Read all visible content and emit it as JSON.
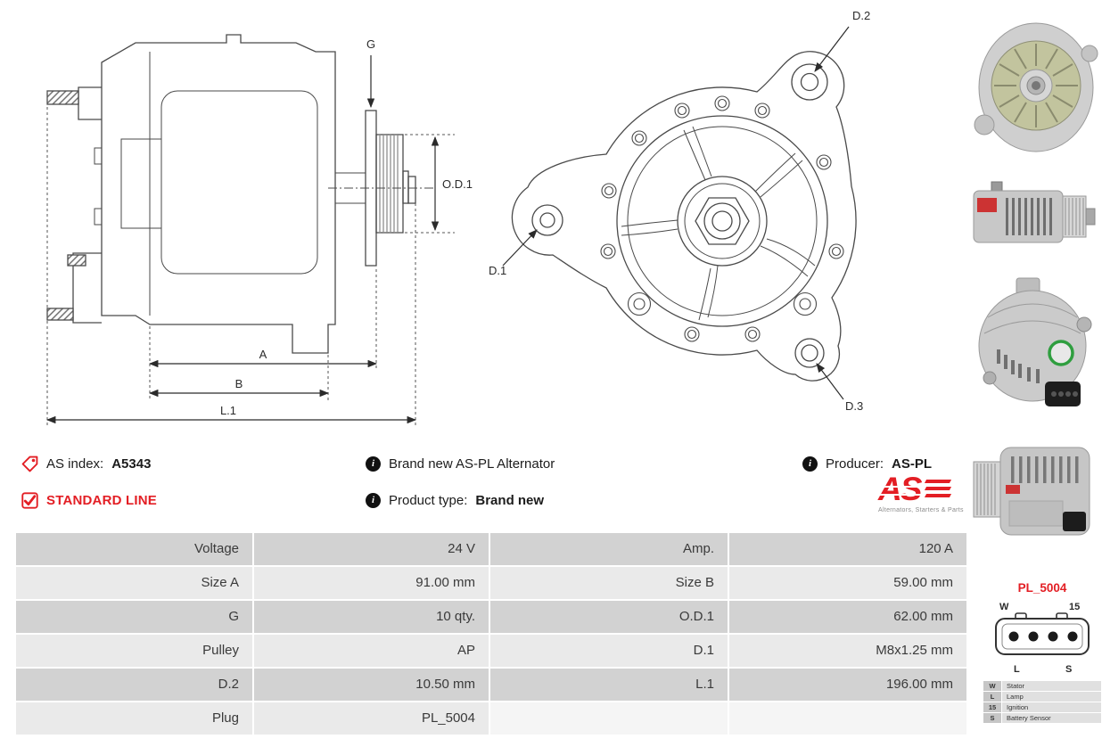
{
  "colors": {
    "accent_red": "#e31e24"
  },
  "icons": {
    "info_glyph": "i"
  },
  "header": {
    "as_index_label": "AS index:",
    "as_index_value": "A5343",
    "standard_line_label": "STANDARD LINE",
    "description": "Brand new AS-PL Alternator",
    "product_type_label": "Product type:",
    "product_type_value": "Brand new",
    "producer_label": "Producer:",
    "producer_value": "AS-PL",
    "logo_text": "AS",
    "logo_subtext": "Alternators, Starters & Parts"
  },
  "drawings": {
    "side": {
      "g": "G",
      "od1": "O.D.1",
      "a": "A",
      "b": "B",
      "l1": "L.1"
    },
    "front": {
      "d1": "D.1",
      "d2": "D.2",
      "d3": "D.3"
    }
  },
  "spec_table": {
    "rows": [
      [
        "Voltage",
        "24 V",
        "Amp.",
        "120 A"
      ],
      [
        "Size A",
        "91.00 mm",
        "Size B",
        "59.00 mm"
      ],
      [
        "G",
        "10 qty.",
        "O.D.1",
        "62.00 mm"
      ],
      [
        "Pulley",
        "AP",
        "D.1",
        "M8x1.25 mm"
      ],
      [
        "D.2",
        "10.50 mm",
        "L.1",
        "196.00 mm"
      ],
      [
        "Plug",
        "PL_5004",
        "",
        ""
      ]
    ]
  },
  "plug": {
    "title": "PL_5004",
    "pin_top_left": "W",
    "pin_top_right": "15",
    "pin_bottom_left": "L",
    "pin_bottom_right": "S",
    "legend": [
      {
        "pin": "W",
        "desc": "Stator"
      },
      {
        "pin": "L",
        "desc": "Lamp"
      },
      {
        "pin": "15",
        "desc": "Ignition"
      },
      {
        "pin": "S",
        "desc": "Battery Sensor"
      }
    ]
  }
}
